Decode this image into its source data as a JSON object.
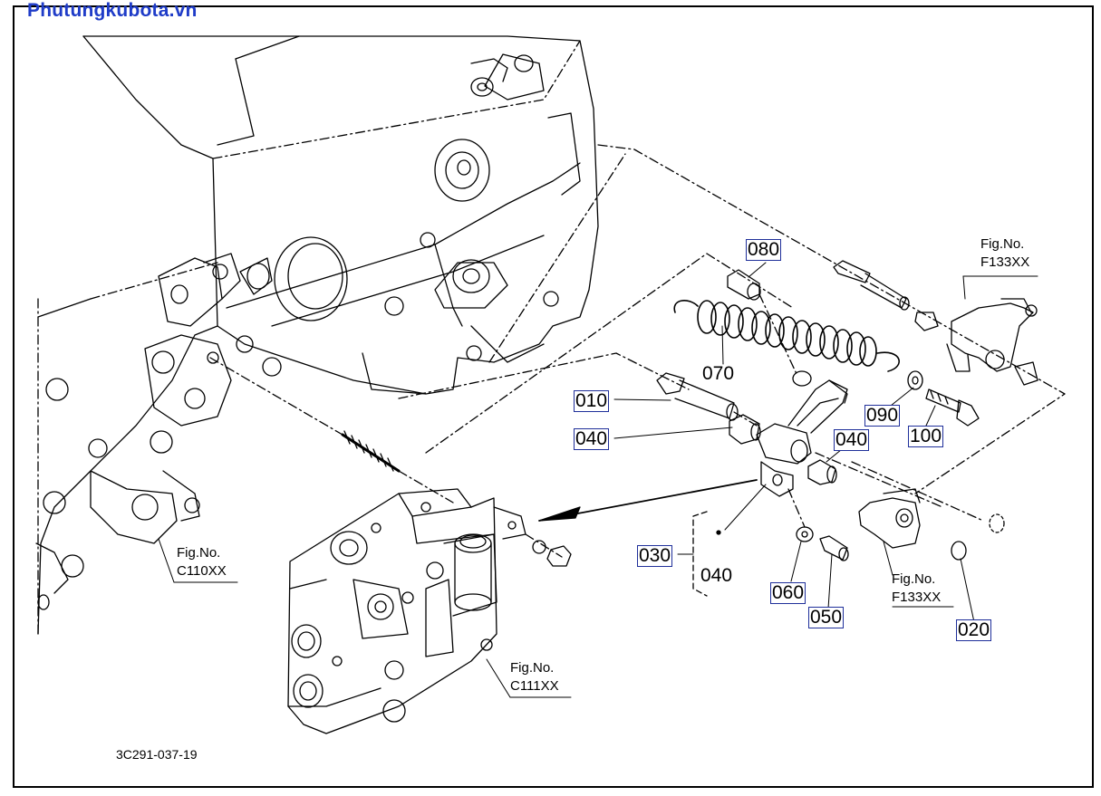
{
  "watermark": "Phutungkubota.vn",
  "drawing_number": "3C291-037-19",
  "parts": {
    "p010": "010",
    "p020": "020",
    "p030": "030",
    "p040a": "040",
    "p040b": "040",
    "p040c": "040",
    "p050": "050",
    "p060": "060",
    "p070": "070",
    "p080": "080",
    "p090": "090",
    "p100": "100"
  },
  "figrefs": {
    "f133_top": {
      "line1": "Fig.No.",
      "line2": "F133XX"
    },
    "f133_bottom": {
      "line1": "Fig.No.",
      "line2": "F133XX"
    },
    "c110": {
      "line1": "Fig.No.",
      "line2": "C110XX"
    },
    "c111": {
      "line1": "Fig.No.",
      "line2": "C111XX"
    }
  },
  "colors": {
    "watermark": "#1f3cc8",
    "callout_border": "#1f2f9a",
    "line": "#000000"
  }
}
